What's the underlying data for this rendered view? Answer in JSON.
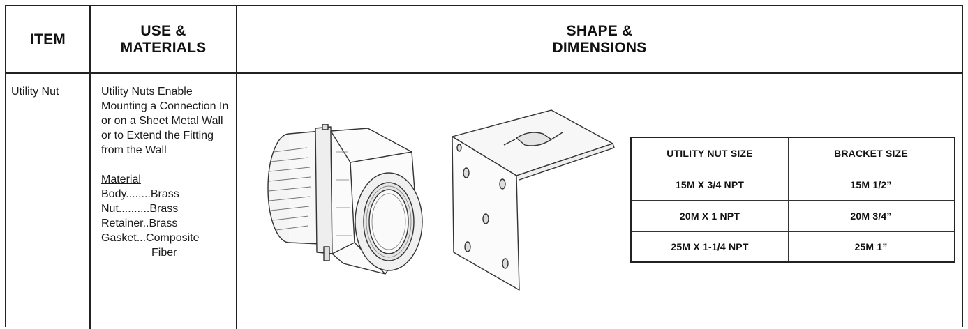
{
  "headers": {
    "item": "ITEM",
    "use_line1": "USE &",
    "use_line2": "MATERIALS",
    "shape_line1": "SHAPE &",
    "shape_line2": "DIMENSIONS"
  },
  "row": {
    "item": "Utility Nut",
    "use_description": "Utility Nuts Enable Mounting a Connection In or on a Sheet Metal Wall or to Extend the Fitting from the Wall",
    "material_title": "Material",
    "materials": [
      "Body........Brass",
      "Nut..........Brass",
      "Retainer..Brass",
      "Gasket...Composite"
    ],
    "material_continuation": "Fiber"
  },
  "size_table": {
    "headers": [
      "UTILITY NUT SIZE",
      "BRACKET SIZE"
    ],
    "rows": [
      [
        "15M X 3/4 NPT",
        "15M 1/2”"
      ],
      [
        "20M X 1 NPT",
        "20M 3/4”"
      ],
      [
        "25M X 1-1/4 NPT",
        "25M 1”"
      ]
    ]
  },
  "illustrations": {
    "nut": "utility-nut-drawing",
    "bracket": "bracket-drawing"
  },
  "colors": {
    "line": "#222222",
    "background": "#ffffff"
  }
}
